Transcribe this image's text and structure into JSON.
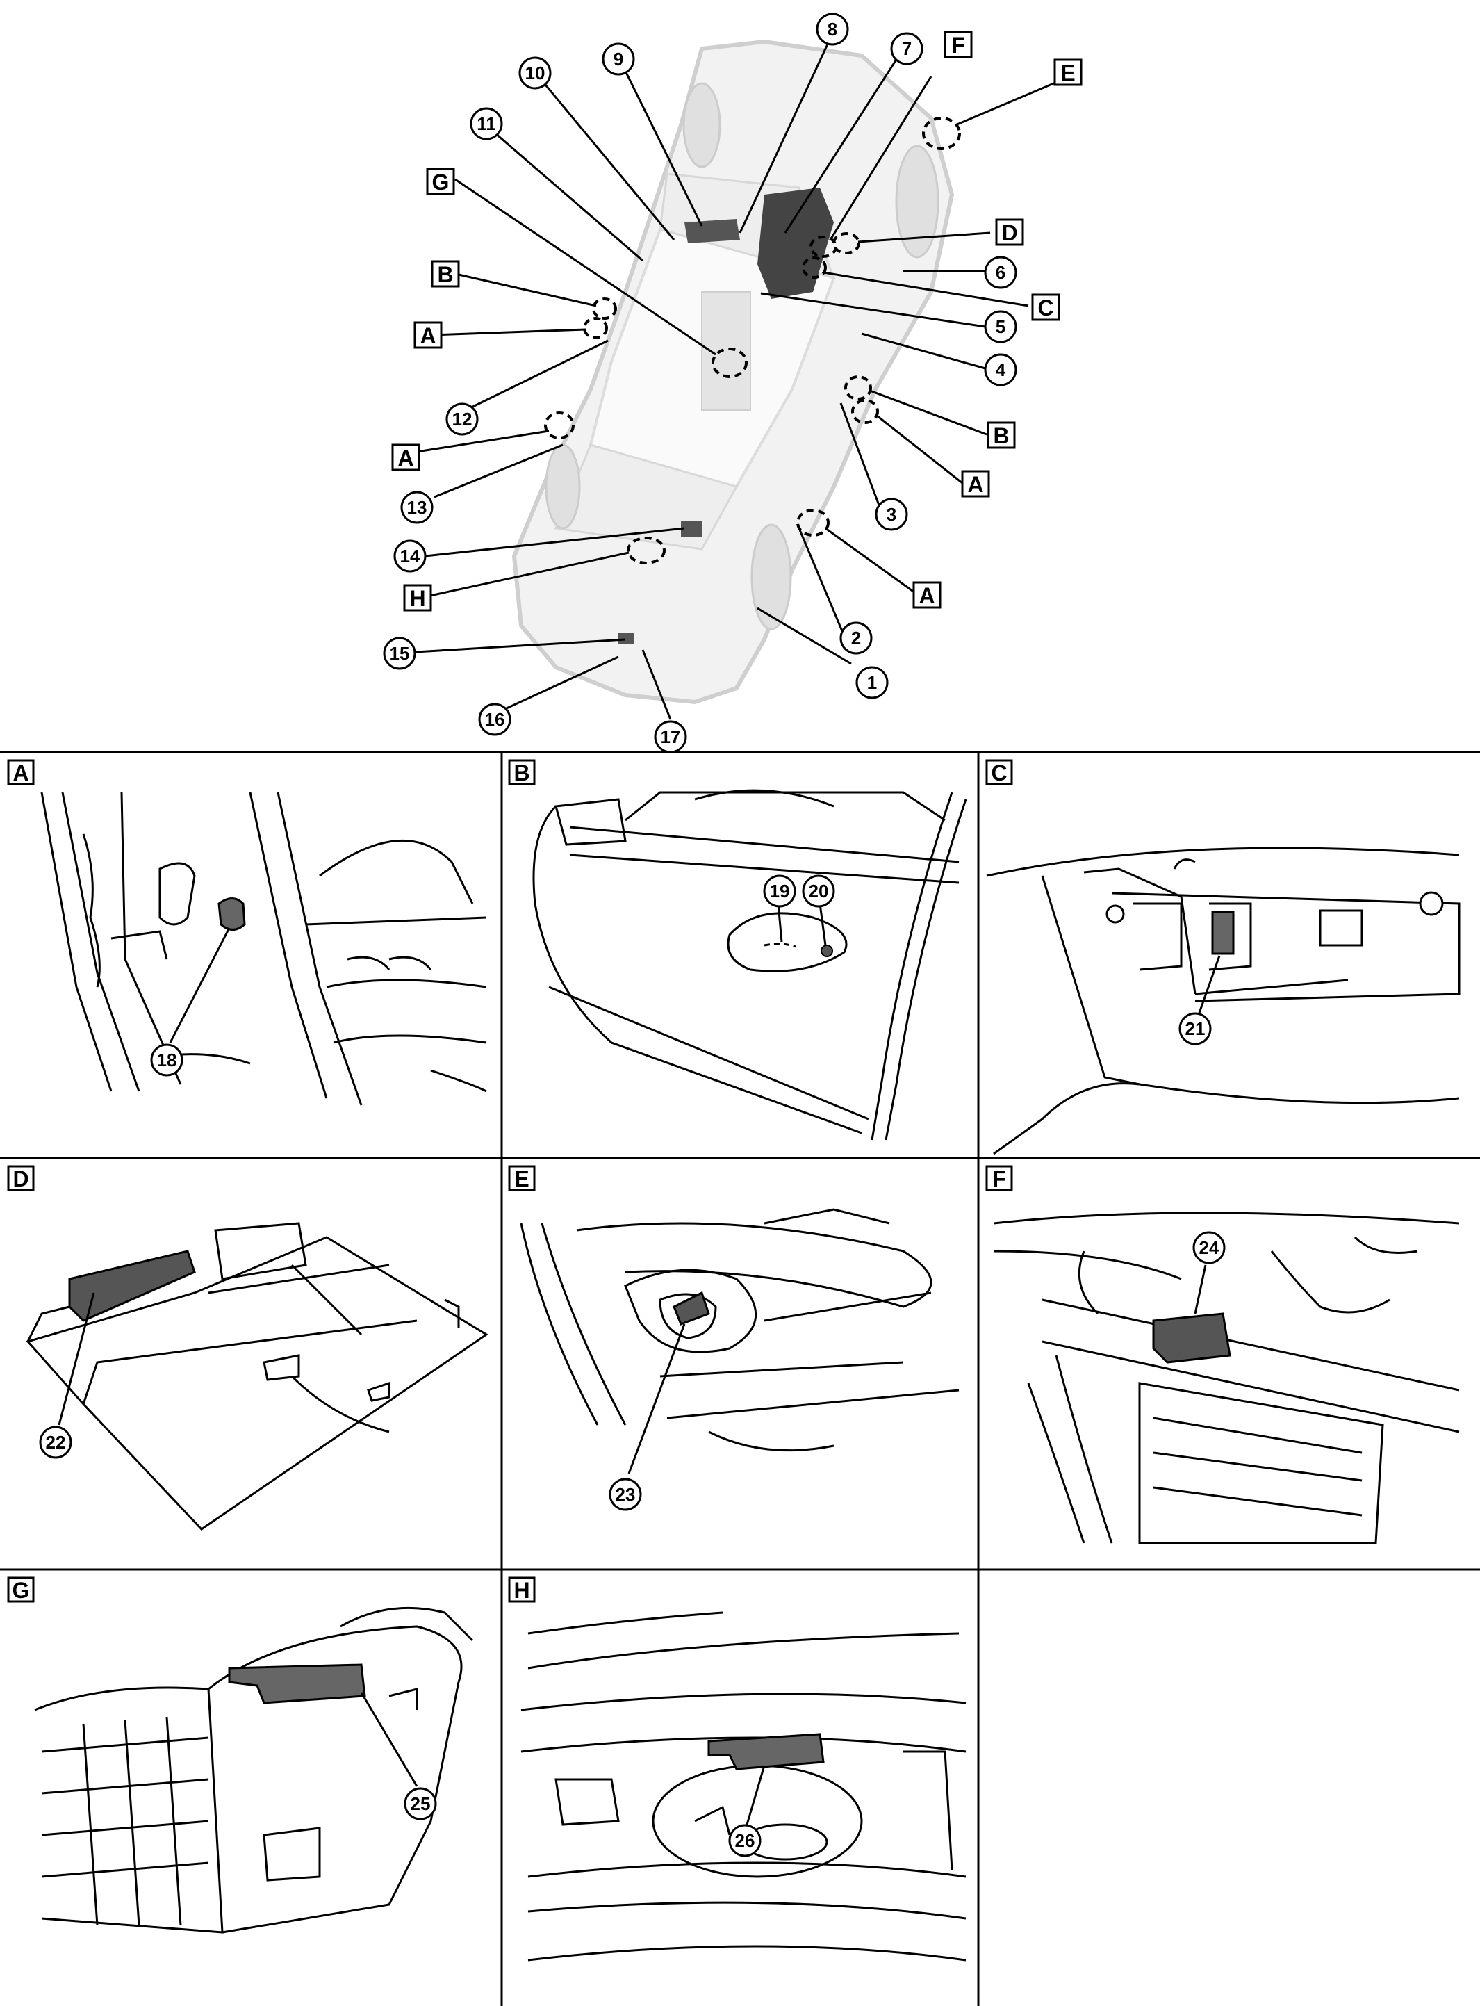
{
  "overview": {
    "callouts": [
      {
        "id": "c1",
        "label": "1"
      },
      {
        "id": "c2",
        "label": "2"
      },
      {
        "id": "c3",
        "label": "3"
      },
      {
        "id": "c4",
        "label": "4"
      },
      {
        "id": "c5",
        "label": "5"
      },
      {
        "id": "c6",
        "label": "6"
      },
      {
        "id": "c7",
        "label": "7"
      },
      {
        "id": "c8",
        "label": "8"
      },
      {
        "id": "c9",
        "label": "9"
      },
      {
        "id": "c10",
        "label": "10"
      },
      {
        "id": "c11",
        "label": "11"
      },
      {
        "id": "c12",
        "label": "12"
      },
      {
        "id": "c13",
        "label": "13"
      },
      {
        "id": "c14",
        "label": "14"
      },
      {
        "id": "c15",
        "label": "15"
      },
      {
        "id": "c16",
        "label": "16"
      },
      {
        "id": "c17",
        "label": "17"
      }
    ],
    "letter_labels": [
      {
        "id": "lE",
        "label": "E"
      },
      {
        "id": "lF",
        "label": "F"
      },
      {
        "id": "lD",
        "label": "D"
      },
      {
        "id": "lC",
        "label": "C"
      },
      {
        "id": "lG",
        "label": "G"
      },
      {
        "id": "lB1",
        "label": "B"
      },
      {
        "id": "lA1",
        "label": "A"
      },
      {
        "id": "lA2",
        "label": "A"
      },
      {
        "id": "lB2",
        "label": "B"
      },
      {
        "id": "lA3",
        "label": "A"
      },
      {
        "id": "lA4",
        "label": "A"
      },
      {
        "id": "lH",
        "label": "H"
      }
    ]
  },
  "panels": [
    {
      "id": "A",
      "letter": "A",
      "callouts": [
        "18"
      ]
    },
    {
      "id": "B",
      "letter": "B",
      "callouts": [
        "19",
        "20"
      ]
    },
    {
      "id": "C",
      "letter": "C",
      "callouts": [
        "21"
      ]
    },
    {
      "id": "D",
      "letter": "D",
      "callouts": [
        "22"
      ]
    },
    {
      "id": "E",
      "letter": "E",
      "callouts": [
        "23"
      ]
    },
    {
      "id": "F",
      "letter": "F",
      "callouts": [
        "24"
      ]
    },
    {
      "id": "G",
      "letter": "G",
      "callouts": [
        "25"
      ]
    },
    {
      "id": "H",
      "letter": "H",
      "callouts": [
        "26"
      ]
    }
  ],
  "colors": {
    "line": "#000000",
    "car_body": "#f2f2f2",
    "car_edge": "#d0d0d0",
    "component": "#555555",
    "highlight": "#777777"
  }
}
